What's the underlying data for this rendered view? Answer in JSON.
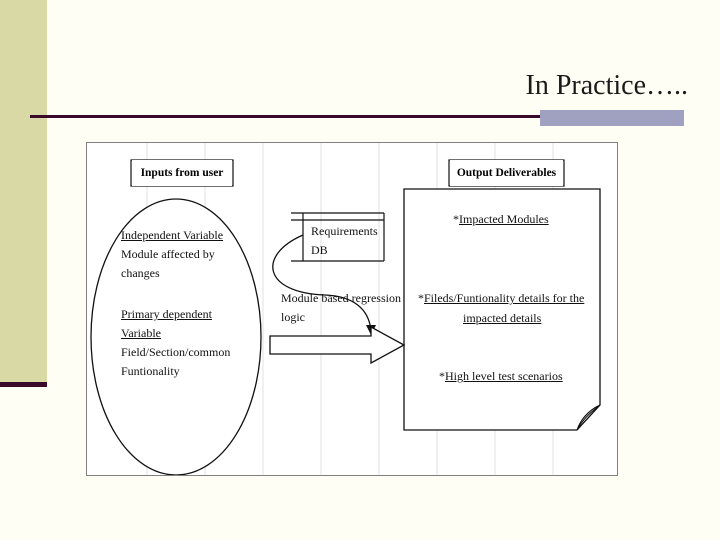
{
  "slide": {
    "title": "In Practice….."
  },
  "diagram": {
    "inputs_header": "Inputs from user",
    "outputs_header": "Output Deliverables",
    "independent_variable_label": "Independent Variable",
    "independent_variable_desc_1": "Module affected by",
    "independent_variable_desc_2": "changes",
    "primary_dependent_label_1": "Primary dependent",
    "primary_dependent_label_2": "Variable",
    "primary_dependent_desc_1": "Field/Section/common",
    "primary_dependent_desc_2": "Funtionality",
    "requirements_db_1": "Requirements",
    "requirements_db_2": "DB",
    "process_label_1": "Module based regression",
    "process_label_2": "logic",
    "output_item_1": "*Impacted Modules",
    "output_item_2_line1": "*Fileds/Funtionality details for the",
    "output_item_2_line2": "impacted details",
    "output_item_3": "*High level test scenarios"
  }
}
